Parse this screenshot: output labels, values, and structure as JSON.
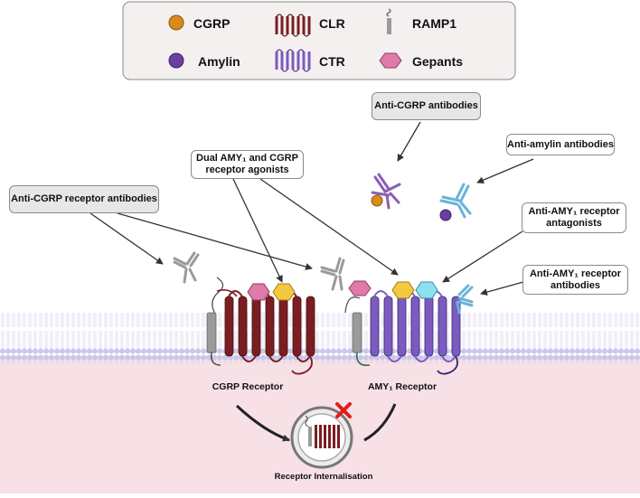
{
  "legend": {
    "items": [
      {
        "label": "CGRP",
        "icon": "cgrp-ball",
        "color": "#d98a1c"
      },
      {
        "label": "CLR",
        "icon": "clr-receptor",
        "color": "#7a1e22"
      },
      {
        "label": "RAMP1",
        "icon": "ramp1-helix",
        "color": "#9a9a9a"
      },
      {
        "label": "Amylin",
        "icon": "amylin-ball",
        "color": "#6a3fa0"
      },
      {
        "label": "CTR",
        "icon": "ctr-receptor",
        "color": "#7b5bbf"
      },
      {
        "label": "Gepants",
        "icon": "gepant-hexagon",
        "color": "#e07aaa"
      }
    ]
  },
  "annotations": {
    "anti_cgrp_antibodies": "Anti-CGRP antibodies",
    "anti_amylin_antibodies": "Anti-amylin antibodies",
    "dual_agonists_line1": "Dual AMY₁ and CGRP",
    "dual_agonists_line2": "receptor agonists",
    "anti_cgrp_receptor_antibodies": "Anti-CGRP receptor antibodies",
    "anti_amy1_antagonists_line1": "Anti-AMY₁ receptor",
    "anti_amy1_antagonists_line2": "antagonists",
    "anti_amy1_antibodies_line1": "Anti-AMY₁ receptor",
    "anti_amy1_antibodies_line2": "antibodies"
  },
  "captions": {
    "cgrp_receptor": "CGRP Receptor",
    "amy1_receptor": "AMY₁ Receptor",
    "internalisation": "Receptor Internalisation"
  },
  "colors": {
    "membrane_head": "#c8c7ea",
    "cytoplasm": "#f7e1e6",
    "clr": "#7a1e22",
    "ctr": "#7b5bbf",
    "cgrp_ball": "#d98a1c",
    "amylin_ball": "#6a3fa0",
    "gepant": "#e07aaa",
    "amylin_agonist": "#f5c842",
    "amy_antagonist": "#8fe0ef",
    "antibody_purple": "#8b5fb6",
    "antibody_blue": "#6ab3d8",
    "antibody_gray": "#9a9a9a",
    "block_x": "#e11d1d"
  }
}
